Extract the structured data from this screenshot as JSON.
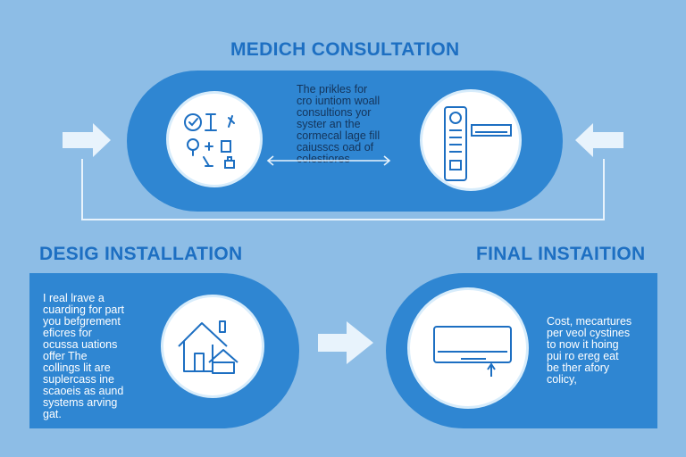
{
  "colors": {
    "background": "#8dbde6",
    "panel": "#2f86d2",
    "heading": "#1d6fc2",
    "connector": "#e8f3fc"
  },
  "top": {
    "title": "MEDICH CONSULTATION",
    "text": "The prikles for\ncro iuntiom woall\nconsultions yor\nsyster an the\ncormecal lage fill\ncaiusscs  oad of\ncolestiores",
    "left_icon_group": [
      "check-icon",
      "tools-icon",
      "wrench-icon",
      "hand-icon",
      "plug-icon",
      "appliance-icon",
      "broom-icon",
      "toolbox-icon"
    ],
    "right_icon_group": [
      "remote-control-icon",
      "ac-unit-icon"
    ]
  },
  "left": {
    "title": "DESIG INSTALLATION",
    "text": "I real lrave a\ncuarding for part\nyou befgrement\neficres for\nocussa uations\noffer The\ncollings lit are\nsuplercass ine\nscaoeis as aund\nsystems arving\ngat.",
    "icon": "house-icon"
  },
  "right": {
    "title": "FINAL INSTAITION",
    "text": "Cost, mecartures\nper veol cystines\nto now it hoing\npui ro ereg eat\nbe ther afory\ncolicy,",
    "icon": "air-conditioner-icon"
  }
}
